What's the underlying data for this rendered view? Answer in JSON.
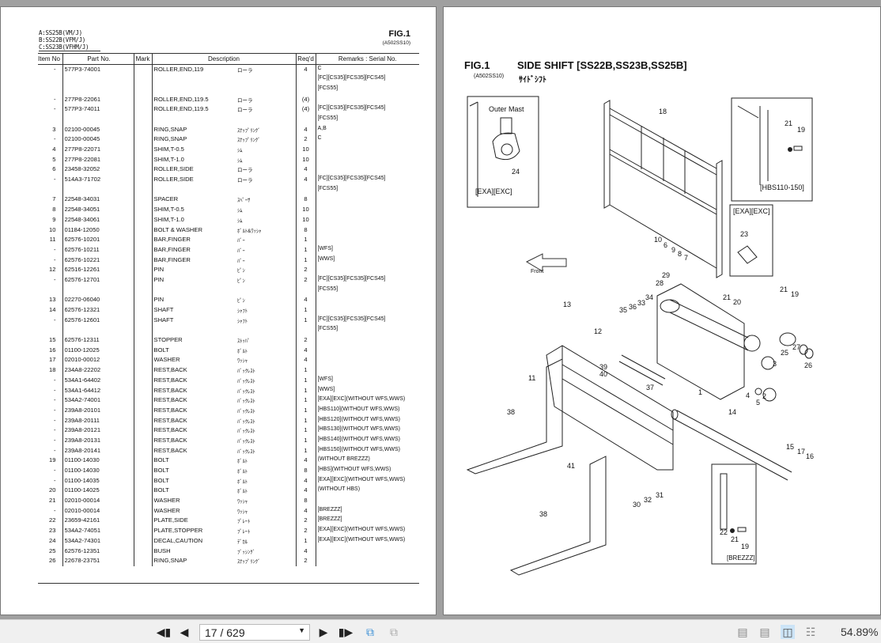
{
  "left_page": {
    "models": [
      "A:SS25B(VM/J)",
      "B:SS22B(VFM/J)",
      "C:SS23B(VFHM/J)"
    ],
    "fig": "FIG.1",
    "fig_code": "(A502SS10)",
    "headers": [
      "Item No",
      "Part No.",
      "Mark",
      "Description",
      "Req'd",
      "Remarks : Serial No."
    ],
    "rows": [
      {
        "item": "-",
        "part": "577P3-74001",
        "desc": "ROLLER,END,119",
        "jp": "ローラ",
        "qty": "4",
        "rem": [
          "C",
          "[FC][CS35][FCS35][FCS45]",
          "[FCS55]"
        ]
      },
      {
        "item": "-",
        "part": "277P8-22061",
        "desc": "ROLLER,END,119.5",
        "jp": "ローラ",
        "qty": "(4)",
        "rem": [
          ""
        ]
      },
      {
        "item": "-",
        "part": "577P3-74011",
        "desc": "ROLLER,END,119.5",
        "jp": "ローラ",
        "qty": "(4)",
        "rem": [
          "[FC][CS35][FCS35][FCS45]",
          "[FCS55]"
        ]
      },
      {
        "item": "3",
        "part": "02100-00045",
        "desc": "RING,SNAP",
        "jp": "ｽﾅｯﾌﾟﾘﾝｸﾞ",
        "qty": "4",
        "rem": [
          "A,B"
        ]
      },
      {
        "item": "-",
        "part": "02100-00045",
        "desc": "RING,SNAP",
        "jp": "ｽﾅｯﾌﾟﾘﾝｸﾞ",
        "qty": "2",
        "rem": [
          "C"
        ]
      },
      {
        "item": "4",
        "part": "277P8-22071",
        "desc": "SHIM,T-0.5",
        "jp": "ｼﾑ",
        "qty": "10",
        "rem": [
          ""
        ]
      },
      {
        "item": "5",
        "part": "277P8-22081",
        "desc": "SHIM,T-1.0",
        "jp": "ｼﾑ",
        "qty": "10",
        "rem": [
          ""
        ]
      },
      {
        "item": "6",
        "part": "23458-32052",
        "desc": "ROLLER,SIDE",
        "jp": "ローラ",
        "qty": "4",
        "rem": [
          ""
        ]
      },
      {
        "item": "-",
        "part": "514A3-71702",
        "desc": "ROLLER,SIDE",
        "jp": "ローラ",
        "qty": "4",
        "rem": [
          "[FC][CS35][FCS35][FCS45]",
          "[FCS55]"
        ]
      },
      {
        "item": "7",
        "part": "22548-34031",
        "desc": "SPACER",
        "jp": "ｽﾍﾟｰｻ",
        "qty": "8",
        "rem": [
          ""
        ]
      },
      {
        "item": "8",
        "part": "22548-34051",
        "desc": "SHIM,T-0.5",
        "jp": "ｼﾑ",
        "qty": "10",
        "rem": [
          ""
        ]
      },
      {
        "item": "9",
        "part": "22548-34061",
        "desc": "SHIM,T-1.0",
        "jp": "ｼﾑ",
        "qty": "10",
        "rem": [
          ""
        ]
      },
      {
        "item": "10",
        "part": "01184-12050",
        "desc": "BOLT & WASHER",
        "jp": "ﾎﾞﾙﾄ&ﾜｯｼｬ",
        "qty": "8",
        "rem": [
          ""
        ]
      },
      {
        "item": "11",
        "part": "62576-10201",
        "desc": "BAR,FINGER",
        "jp": "ﾊﾞｰ",
        "qty": "1",
        "rem": [
          ""
        ]
      },
      {
        "item": "-",
        "part": "62576-10211",
        "desc": "BAR,FINGER",
        "jp": "ﾊﾞｰ",
        "qty": "1",
        "rem": [
          "[WFS]"
        ]
      },
      {
        "item": "-",
        "part": "62576-10221",
        "desc": "BAR,FINGER",
        "jp": "ﾊﾞｰ",
        "qty": "1",
        "rem": [
          "[WWS]"
        ]
      },
      {
        "item": "12",
        "part": "62516-12261",
        "desc": "PIN",
        "jp": "ﾋﾟﾝ",
        "qty": "2",
        "rem": [
          ""
        ]
      },
      {
        "item": "-",
        "part": "62576-12701",
        "desc": "PIN",
        "jp": "ﾋﾟﾝ",
        "qty": "2",
        "rem": [
          "[FC][CS35][FCS35][FCS45]",
          "[FCS55]"
        ]
      },
      {
        "item": "13",
        "part": "02270-06040",
        "desc": "PIN",
        "jp": "ﾋﾟﾝ",
        "qty": "4",
        "rem": [
          ""
        ]
      },
      {
        "item": "14",
        "part": "62576-12321",
        "desc": "SHAFT",
        "jp": "ｼｬﾌﾄ",
        "qty": "1",
        "rem": [
          ""
        ]
      },
      {
        "item": "-",
        "part": "62576-12601",
        "desc": "SHAFT",
        "jp": "ｼｬﾌﾄ",
        "qty": "1",
        "rem": [
          "[FC][CS35][FCS35][FCS45]",
          "[FCS55]"
        ]
      },
      {
        "item": "15",
        "part": "62576-12311",
        "desc": "STOPPER",
        "jp": "ｽﾄｯﾊﾟ",
        "qty": "2",
        "rem": [
          ""
        ]
      },
      {
        "item": "16",
        "part": "01100-12025",
        "desc": "BOLT",
        "jp": "ﾎﾞﾙﾄ",
        "qty": "4",
        "rem": [
          ""
        ]
      },
      {
        "item": "17",
        "part": "02010-00012",
        "desc": "WASHER",
        "jp": "ﾜｯｼｬ",
        "qty": "4",
        "rem": [
          ""
        ]
      },
      {
        "item": "18",
        "part": "234A8-22202",
        "desc": "REST,BACK",
        "jp": "ﾊﾞｯｸﾚｽﾄ",
        "qty": "1",
        "rem": [
          ""
        ]
      },
      {
        "item": "-",
        "part": "534A1-64402",
        "desc": "REST,BACK",
        "jp": "ﾊﾞｯｸﾚｽﾄ",
        "qty": "1",
        "rem": [
          "[WFS]"
        ]
      },
      {
        "item": "-",
        "part": "534A1-64412",
        "desc": "REST,BACK",
        "jp": "ﾊﾞｯｸﾚｽﾄ",
        "qty": "1",
        "rem": [
          "[WWS]"
        ]
      },
      {
        "item": "-",
        "part": "534A2-74001",
        "desc": "REST,BACK",
        "jp": "ﾊﾞｯｸﾚｽﾄ",
        "qty": "1",
        "rem": [
          "[EXA][EXC](WITHOUT WFS,WWS)"
        ]
      },
      {
        "item": "-",
        "part": "239A8-20101",
        "desc": "REST,BACK",
        "jp": "ﾊﾞｯｸﾚｽﾄ",
        "qty": "1",
        "rem": [
          "[HBS110](WITHOUT WFS,WWS)"
        ]
      },
      {
        "item": "-",
        "part": "239A8-20111",
        "desc": "REST,BACK",
        "jp": "ﾊﾞｯｸﾚｽﾄ",
        "qty": "1",
        "rem": [
          "[HBS120](WITHOUT WFS,WWS)"
        ]
      },
      {
        "item": "-",
        "part": "239A8-20121",
        "desc": "REST,BACK",
        "jp": "ﾊﾞｯｸﾚｽﾄ",
        "qty": "1",
        "rem": [
          "[HBS130](WITHOUT WFS,WWS)"
        ]
      },
      {
        "item": "-",
        "part": "239A8-20131",
        "desc": "REST,BACK",
        "jp": "ﾊﾞｯｸﾚｽﾄ",
        "qty": "1",
        "rem": [
          "[HBS140](WITHOUT WFS,WWS)"
        ]
      },
      {
        "item": "-",
        "part": "239A8-20141",
        "desc": "REST,BACK",
        "jp": "ﾊﾞｯｸﾚｽﾄ",
        "qty": "1",
        "rem": [
          "[HBS150](WITHOUT WFS,WWS)"
        ]
      },
      {
        "item": "19",
        "part": "01100-14030",
        "desc": "BOLT",
        "jp": "ﾎﾞﾙﾄ",
        "qty": "4",
        "rem": [
          "(WITHOUT BREZZZ)"
        ]
      },
      {
        "item": "-",
        "part": "01100-14030",
        "desc": "BOLT",
        "jp": "ﾎﾞﾙﾄ",
        "qty": "8",
        "rem": [
          "[HBS](WITHOUT WFS,WWS)"
        ]
      },
      {
        "item": "-",
        "part": "01100-14035",
        "desc": "BOLT",
        "jp": "ﾎﾞﾙﾄ",
        "qty": "4",
        "rem": [
          "[EXA][EXC](WITHOUT WFS,WWS)"
        ]
      },
      {
        "item": "20",
        "part": "01100-14025",
        "desc": "BOLT",
        "jp": "ﾎﾞﾙﾄ",
        "qty": "4",
        "rem": [
          "(WITHOUT HBS)"
        ]
      },
      {
        "item": "21",
        "part": "02010-00014",
        "desc": "WASHER",
        "jp": "ﾜｯｼｬ",
        "qty": "8",
        "rem": [
          ""
        ]
      },
      {
        "item": "-",
        "part": "02010-00014",
        "desc": "WASHER",
        "jp": "ﾜｯｼｬ",
        "qty": "4",
        "rem": [
          "[BREZZZ]"
        ]
      },
      {
        "item": "22",
        "part": "23659-42161",
        "desc": "PLATE,SIDE",
        "jp": "ﾌﾟﾚｰﾄ",
        "qty": "2",
        "rem": [
          "[BREZZZ]"
        ]
      },
      {
        "item": "23",
        "part": "534A2-74051",
        "desc": "PLATE,STOPPER",
        "jp": "ﾌﾟﾚｰﾄ",
        "qty": "2",
        "rem": [
          "[EXA][EXC](WITHOUT WFS,WWS)"
        ]
      },
      {
        "item": "24",
        "part": "534A2-74301",
        "desc": "DECAL,CAUTION",
        "jp": "ﾃﾞｶﾙ",
        "qty": "1",
        "rem": [
          "[EXA][EXC](WITHOUT WFS,WWS)"
        ]
      },
      {
        "item": "25",
        "part": "62576-12351",
        "desc": "BUSH",
        "jp": "ﾌﾞｯｼﾝｸﾞ",
        "qty": "4",
        "rem": [
          ""
        ]
      },
      {
        "item": "26",
        "part": "22678-23751",
        "desc": "RING,SNAP",
        "jp": "ｽﾅｯﾌﾟﾘﾝｸﾞ",
        "qty": "2",
        "rem": [
          ""
        ]
      }
    ]
  },
  "right_page": {
    "fig": "FIG.1",
    "title": "SIDE SHIFT [SS22B,SS23B,SS25B]",
    "fig_code": "(A502SS10)",
    "title_jp": "ｻｲﾄﾞｼﾌﾄ",
    "inset_labels": [
      "Outer Mast",
      "[EXA][EXC]",
      "[HBS110-150]",
      "[EXA][EXC]",
      "[BREZZZ]"
    ],
    "front_label": "Front",
    "callouts": [
      "18",
      "21",
      "19",
      "24",
      "23",
      "10",
      "6",
      "9",
      "8",
      "7",
      "29",
      "28",
      "21",
      "20",
      "21",
      "19",
      "34",
      "33",
      "36",
      "35",
      "13",
      "12",
      "25",
      "27",
      "26",
      "3",
      "39",
      "40",
      "11",
      "37",
      "1",
      "4",
      "2",
      "5",
      "38",
      "14",
      "41",
      "15",
      "17",
      "16",
      "32",
      "31",
      "30",
      "38",
      "22",
      "21",
      "19"
    ]
  },
  "toolbar": {
    "page_value": "17 / 629",
    "zoom": "54.89%"
  }
}
